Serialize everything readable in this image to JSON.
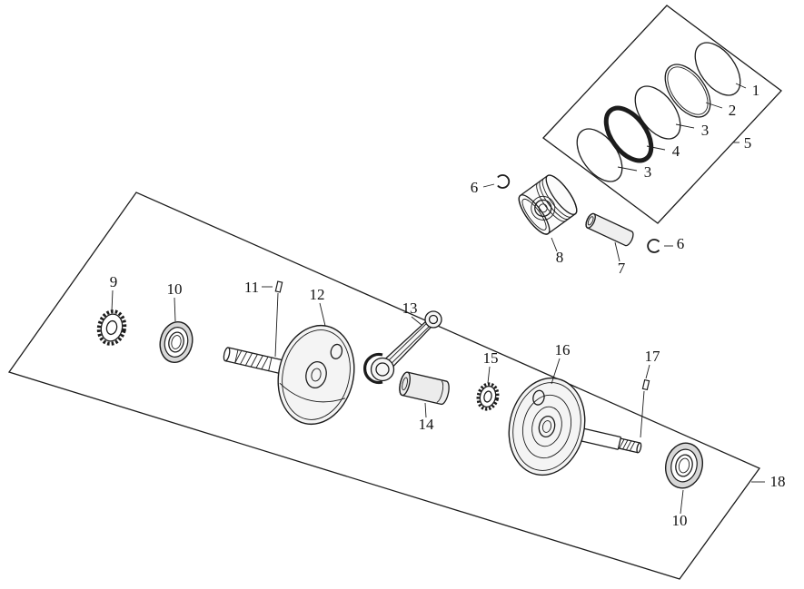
{
  "figure": {
    "colors": {
      "background": "#ffffff",
      "line": "#1c1c1c",
      "shade_light": "#f4f4f4",
      "shade_gray": "#d7d7d7"
    },
    "callouts": {
      "c1": "1",
      "c2": "2",
      "c3a": "3",
      "c4": "4",
      "c3b": "3",
      "c5": "5",
      "c6a": "6",
      "c6b": "6",
      "c7": "7",
      "c8": "8",
      "c9": "9",
      "c10a": "10",
      "c10b": "10",
      "c11": "11",
      "c12": "12",
      "c13": "13",
      "c14": "14",
      "c15": "15",
      "c16": "16",
      "c17": "17",
      "c18": "18"
    }
  }
}
